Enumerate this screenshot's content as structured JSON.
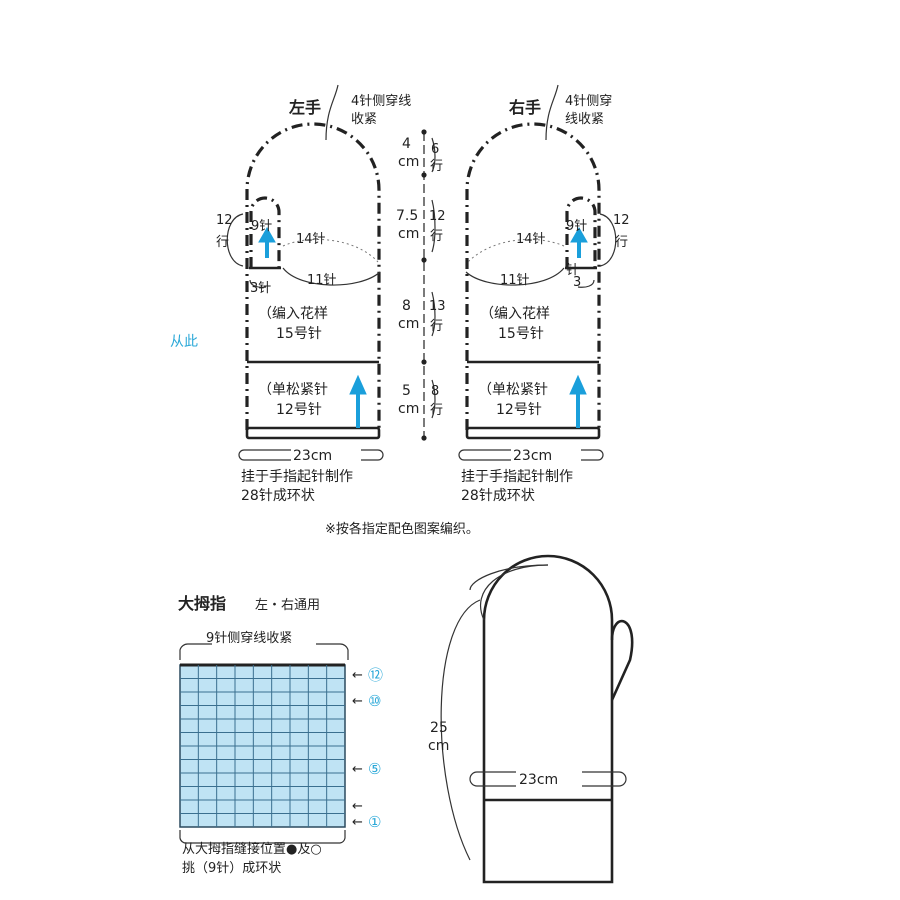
{
  "left_mitten": {
    "title": "左手",
    "top_note_line1": "4针侧穿线",
    "top_note_line2": "收紧",
    "thumb_top": "9针",
    "thumb_rows_line1": "12",
    "thumb_rows_line2": "行",
    "thumb_span": "14针",
    "thumb_bottom": "11针",
    "thumb_base": "3针",
    "pattern_line1": "（编入花样",
    "pattern_line2": "15号针",
    "rib_line1": "（单松紧针",
    "rib_line2": "12号针",
    "width": "23cm",
    "caption_line1": "挂于手指起针制作",
    "caption_line2": "28针成环状"
  },
  "right_mitten": {
    "title": "右手",
    "top_note_line1": "4针侧穿",
    "top_note_line2": "线收紧",
    "thumb_top": "9针",
    "thumb_rows_line1": "12",
    "thumb_rows_line2": "行",
    "thumb_span": "14针",
    "thumb_bottom": "11针",
    "thumb_base_line1": "3",
    "thumb_base_line2": "针",
    "pattern_line1": "（编入花样",
    "pattern_line2": "15号针",
    "rib_line1": "（单松紧针",
    "rib_line2": "12号针",
    "width": "23cm",
    "caption_line1": "挂于手指起针制作",
    "caption_line2": "28针成环状"
  },
  "side_label": "从此",
  "measures": [
    {
      "cm": "4",
      "unit": "cm",
      "rows": "6",
      "rows_unit": "行"
    },
    {
      "cm": "7.5",
      "unit": "cm",
      "rows": "12",
      "rows_unit": "行"
    },
    {
      "cm": "8",
      "unit": "cm",
      "rows": "13",
      "rows_unit": "行"
    },
    {
      "cm": "5",
      "unit": "cm",
      "rows": "8",
      "rows_unit": "行"
    }
  ],
  "note": "※按各指定配色图案编织。",
  "thumb_chart": {
    "title": "大拇指",
    "subtitle": "左・右通用",
    "top_label": "9针侧穿线收紧",
    "row_markers": [
      "⑫",
      "⑩",
      "⑤",
      "",
      "①"
    ],
    "bottom_line1": "从大拇指缝接位置●及○",
    "bottom_line2": "挑（9针）成环状",
    "columns": 9,
    "rows": 12
  },
  "finished": {
    "height": "25",
    "height_unit": "cm",
    "width": "23cm"
  },
  "colors": {
    "arrow": "#1a9fdb",
    "grid_fill": "#bfe3f4",
    "marker": "#2aa8d8"
  }
}
